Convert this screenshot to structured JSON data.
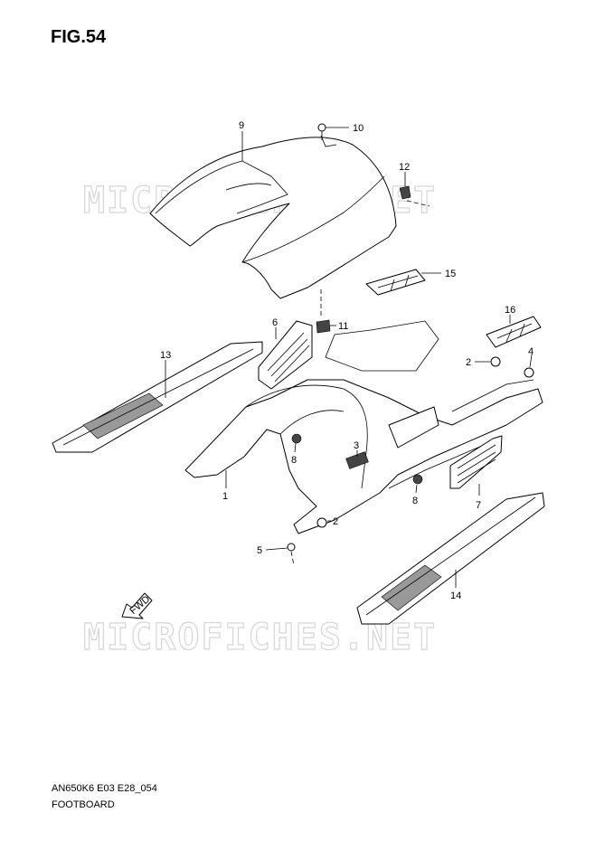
{
  "figure": {
    "title": "FIG.54",
    "model_code": "AN650K6 E03 E28_054",
    "name": "FOOTBOARD"
  },
  "watermark": "MICROFICHES.NET",
  "fwd_label": "FWD",
  "callouts": [
    "1",
    "2",
    "2",
    "3",
    "4",
    "5",
    "6",
    "7",
    "8",
    "8",
    "9",
    "10",
    "11",
    "12",
    "13",
    "14",
    "15",
    "16"
  ]
}
